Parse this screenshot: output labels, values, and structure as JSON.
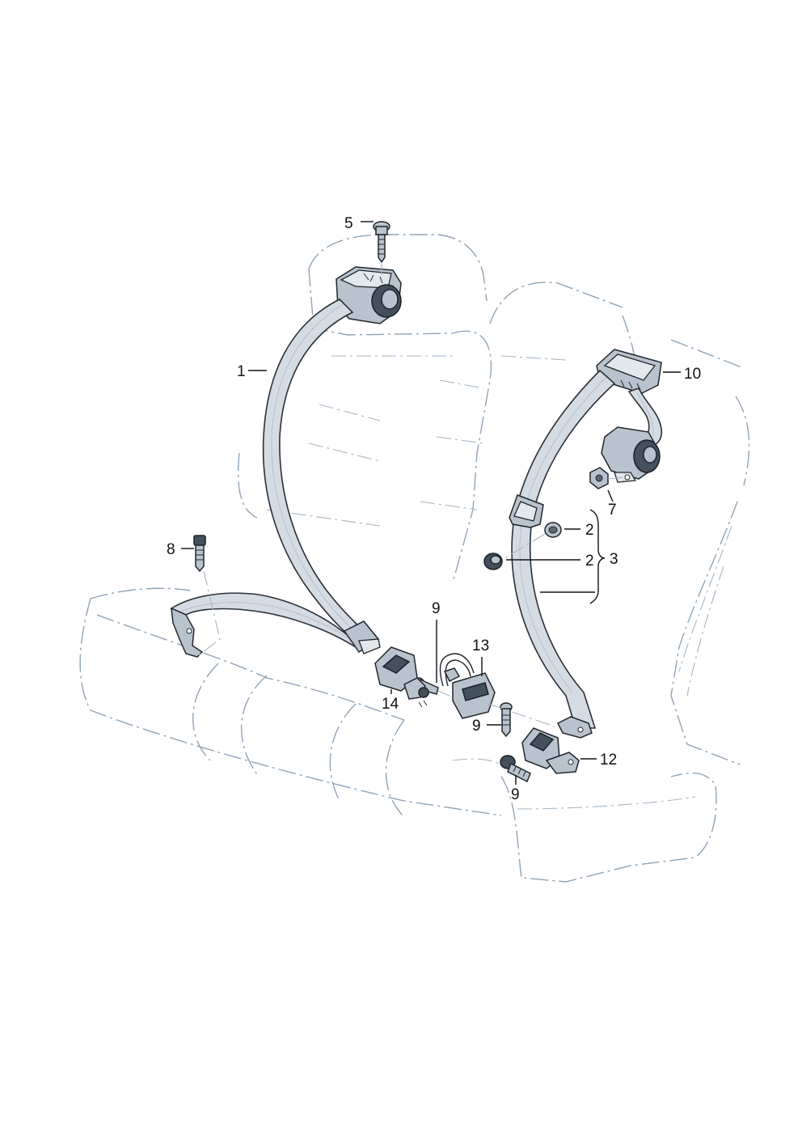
{
  "callouts": {
    "c1": "1",
    "c2a": "2",
    "c2b": "2",
    "c3": "3",
    "c5": "5",
    "c7": "7",
    "c8": "8",
    "c9a": "9",
    "c9b": "9",
    "c9c": "9",
    "c10": "10",
    "c12": "12",
    "c13": "13",
    "c14": "14"
  }
}
